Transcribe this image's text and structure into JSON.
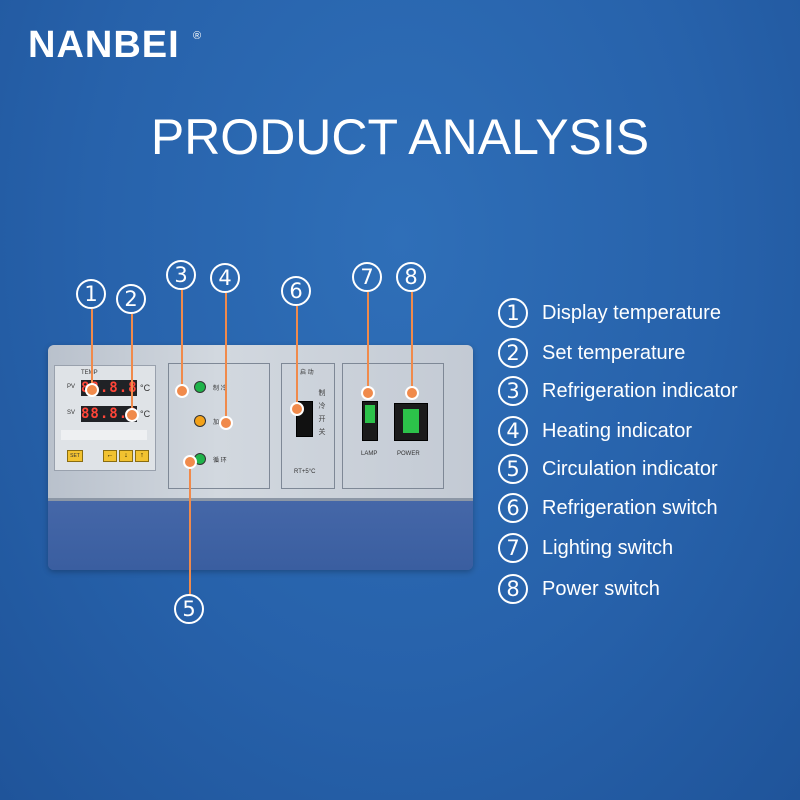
{
  "brand": {
    "name": "NANBEI",
    "reg": "®"
  },
  "title": "PRODUCT ANALYSIS",
  "features": [
    {
      "num": "1",
      "label": "Display temperature"
    },
    {
      "num": "2",
      "label": "Set temperature"
    },
    {
      "num": "3",
      "label": "Refrigeration indicator"
    },
    {
      "num": "4",
      "label": "Heating indicator"
    },
    {
      "num": "5",
      "label": "Circulation indicator"
    },
    {
      "num": "6",
      "label": "Refrigeration switch"
    },
    {
      "num": "7",
      "label": "Lighting switch"
    },
    {
      "num": "8",
      "label": "Power switch"
    }
  ],
  "panel": {
    "controller": {
      "temp_label": "TEMP",
      "pv_label": "PV",
      "sv_label": "SV",
      "pv_value": "88.8.8",
      "sv_value": "88.8.8",
      "unit": "°C",
      "set_key": "SET",
      "keys": [
        "←",
        "↓",
        "↑"
      ]
    },
    "indicators": [
      {
        "text": "制 冷",
        "color": "#1fb34a"
      },
      {
        "text": "加 热",
        "color": "#f3a21a"
      },
      {
        "text": "循 环",
        "color": "#1fb34a"
      }
    ],
    "refrigeration_switch": {
      "side_text": "启 动",
      "vertical_text": "制冷开关",
      "caption": "RT+5°C"
    },
    "lamp_label": "LAMP",
    "power_label": "POWER"
  },
  "colors": {
    "background": "#2762ab",
    "accent": "#f08a4b"
  }
}
